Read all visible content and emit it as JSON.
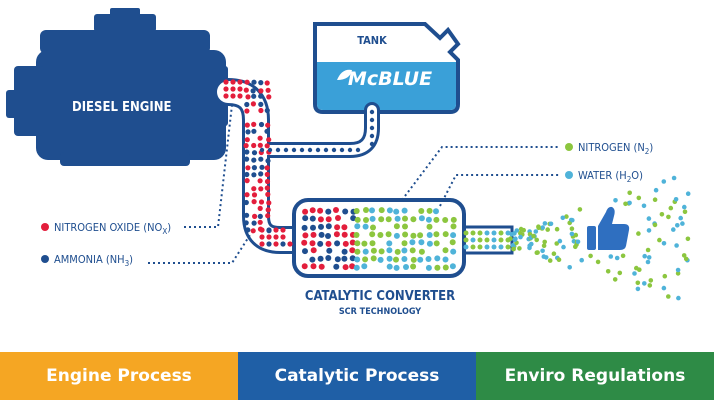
{
  "engine": {
    "label": "DIESEL ENGINE"
  },
  "tank": {
    "label": "TANK",
    "brand": "McBLUE"
  },
  "converter": {
    "title": "CATALYTIC CONVERTER",
    "subtitle": "SCR TECHNOLOGY"
  },
  "legend_left": [
    {
      "dot_color": "#e31e3c",
      "text": "NITROGEN OXIDE (NO",
      "sub": "X",
      "tail": ")"
    },
    {
      "dot_color": "#1f4e8f",
      "text": "AMMONIA (NH",
      "sub": "3",
      "tail": ")"
    }
  ],
  "legend_right": [
    {
      "dot_color": "#8cc63f",
      "text": "NITROGEN (N",
      "sub": "2",
      "tail": ")"
    },
    {
      "dot_color": "#4fb3d9",
      "text": "WATER (H",
      "sub": "2",
      "tail": "O)"
    }
  ],
  "colors": {
    "engine": "#1f4e8f",
    "pipe": "#1f4e8f",
    "nox": "#e31e3c",
    "ammonia": "#1f4e8f",
    "nitrogen": "#8cc63f",
    "water": "#4fb3d9",
    "tank_fill": "#3aa0d8"
  },
  "icons": {
    "exhaust_result": "thumbs-up-icon",
    "tank_logo": "leaf-icon"
  },
  "tabs": [
    {
      "label": "Engine Process"
    },
    {
      "label": "Catalytic Process"
    },
    {
      "label": "Enviro Regulations"
    }
  ]
}
